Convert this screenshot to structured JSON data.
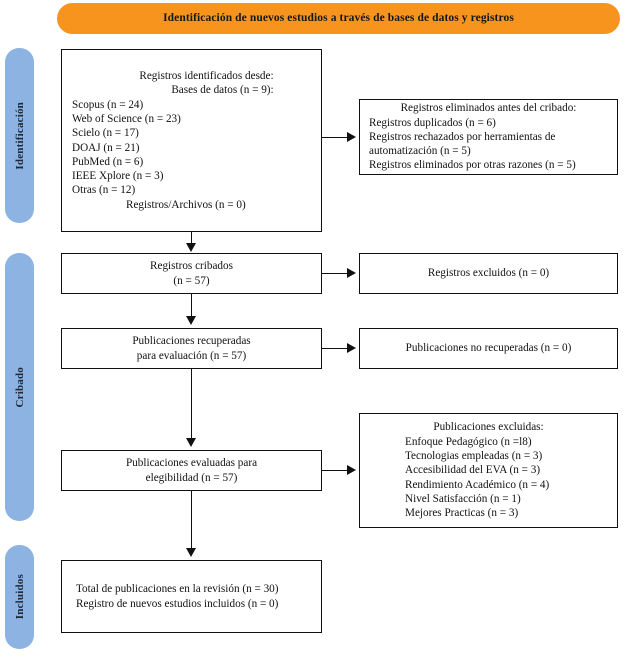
{
  "banner": {
    "title": "Identificación de nuevos estudios a través de bases de datos y registros"
  },
  "stages": [
    {
      "label": "Identificación"
    },
    {
      "label": "Cribado"
    },
    {
      "label": "Incluidos"
    }
  ],
  "boxes": {
    "identificados": {
      "lines": [
        "Registros identificados desde:",
        "Bases de datos (n = 9):",
        "Scopus (n = 24)",
        "Web of Science (n = 23)",
        "Scielo (n = 17)",
        "DOAJ (n = 21)",
        "PubMed (n = 6)",
        "IEEE Xplore (n = 3)",
        "Otras (n = 12)",
        "Registros/Archivos (n = 0)"
      ]
    },
    "eliminados": {
      "lines": [
        "Registros eliminados antes del cribado:",
        "Registros duplicados (n = 6)",
        "Registros rechazados por herramientas de automatización (n = 5)",
        "Registros eliminados por otras razones (n = 5)"
      ]
    },
    "cribados": {
      "lines": [
        "Registros cribados",
        "(n = 57)"
      ]
    },
    "excluidos": {
      "lines": [
        "Registros excluidos (n = 0)"
      ]
    },
    "recuperadas": {
      "lines": [
        "Publicaciones recuperadas",
        "para evaluación (n = 57)"
      ]
    },
    "no_recuperadas": {
      "lines": [
        "Publicaciones no recuperadas (n = 0)"
      ]
    },
    "evaluadas": {
      "lines": [
        "Publicaciones evaluadas para",
        "elegibilidad (n = 57)"
      ]
    },
    "publicaciones_excluidas": {
      "lines": [
        "Publicaciones excluidas:",
        "Enfoque Pedagógico (n =l8)",
        "Tecnologias empleadas (n = 3)",
        "Accesibilidad del EVA (n = 3)",
        "Rendimiento Académico (n = 4)",
        "Nivel Satisfacción (n = 1)",
        "Mejores Practicas (n = 3)"
      ]
    },
    "total": {
      "lines": [
        "Total de publicaciones en la revisión (n = 30)",
        "Registro de nuevos estudios incluidos (n = 0)"
      ]
    }
  },
  "colors": {
    "banner": "#F7941E",
    "stage_pill": "#8CB3E2",
    "box_border": "#111111",
    "text": "#111111"
  }
}
